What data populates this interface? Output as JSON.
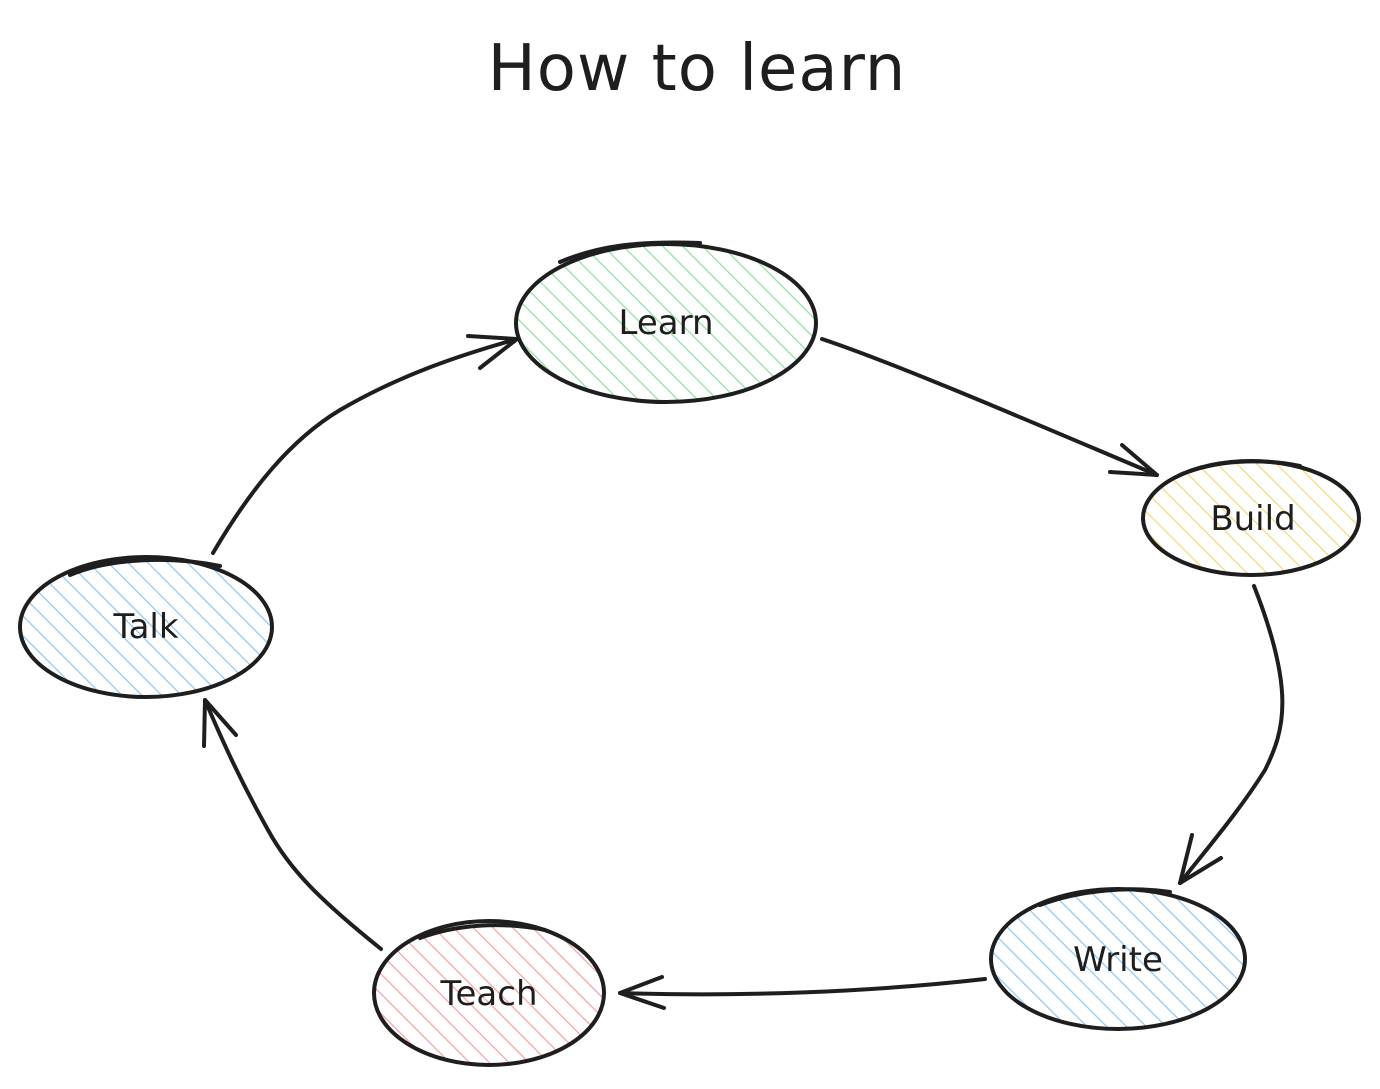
{
  "title": "How to learn",
  "nodes": [
    {
      "id": "learn",
      "label": "Learn",
      "fill_color": "#8fe0a0"
    },
    {
      "id": "build",
      "label": "Build",
      "fill_color": "#f5d97a"
    },
    {
      "id": "write",
      "label": "Write",
      "fill_color": "#8fc8f5"
    },
    {
      "id": "teach",
      "label": "Teach",
      "fill_color": "#f5a3a3"
    },
    {
      "id": "talk",
      "label": "Talk",
      "fill_color": "#8fc8f5"
    }
  ],
  "edges": [
    {
      "from": "learn",
      "to": "build"
    },
    {
      "from": "build",
      "to": "write"
    },
    {
      "from": "write",
      "to": "teach"
    },
    {
      "from": "teach",
      "to": "talk"
    },
    {
      "from": "talk",
      "to": "learn"
    }
  ],
  "colors": {
    "stroke": "#1e1e1e",
    "background": "#ffffff"
  }
}
